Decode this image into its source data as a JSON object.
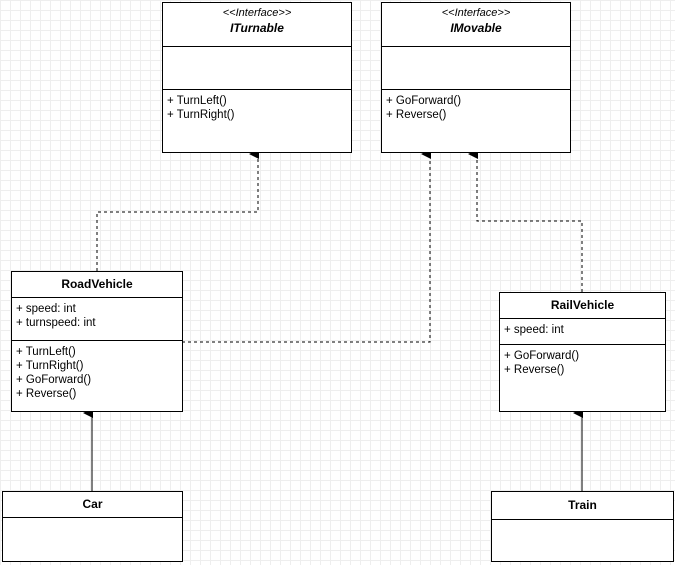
{
  "classes": {
    "iturnable": {
      "stereotype": "<<Interface>>",
      "name": "ITurnable",
      "attributes": [],
      "methods": [
        "+ TurnLeft()",
        "+ TurnRight()"
      ]
    },
    "imovable": {
      "stereotype": "<<Interface>>",
      "name": "IMovable",
      "attributes": [],
      "methods": [
        "+ GoForward()",
        "+ Reverse()"
      ]
    },
    "roadvehicle": {
      "name": "RoadVehicle",
      "attributes": [
        "+ speed: int",
        "+ turnspeed: int"
      ],
      "methods": [
        "+ TurnLeft()",
        "+ TurnRight()",
        "+ GoForward()",
        "+ Reverse()"
      ]
    },
    "railvehicle": {
      "name": "RailVehicle",
      "attributes": [
        "+ speed: int"
      ],
      "methods": [
        "+ GoForward()",
        "+ Reverse()"
      ]
    },
    "car": {
      "name": "Car"
    },
    "train": {
      "name": "Train"
    }
  },
  "relations": [
    {
      "from": "RoadVehicle",
      "to": "ITurnable",
      "type": "realization"
    },
    {
      "from": "RoadVehicle",
      "to": "IMovable",
      "type": "realization"
    },
    {
      "from": "RailVehicle",
      "to": "IMovable",
      "type": "realization"
    },
    {
      "from": "Car",
      "to": "RoadVehicle",
      "type": "inheritance"
    },
    {
      "from": "Train",
      "to": "RailVehicle",
      "type": "inheritance"
    }
  ],
  "colors": {
    "line": "#000000",
    "grid": "#eeeeee",
    "background": "#ffffff"
  }
}
